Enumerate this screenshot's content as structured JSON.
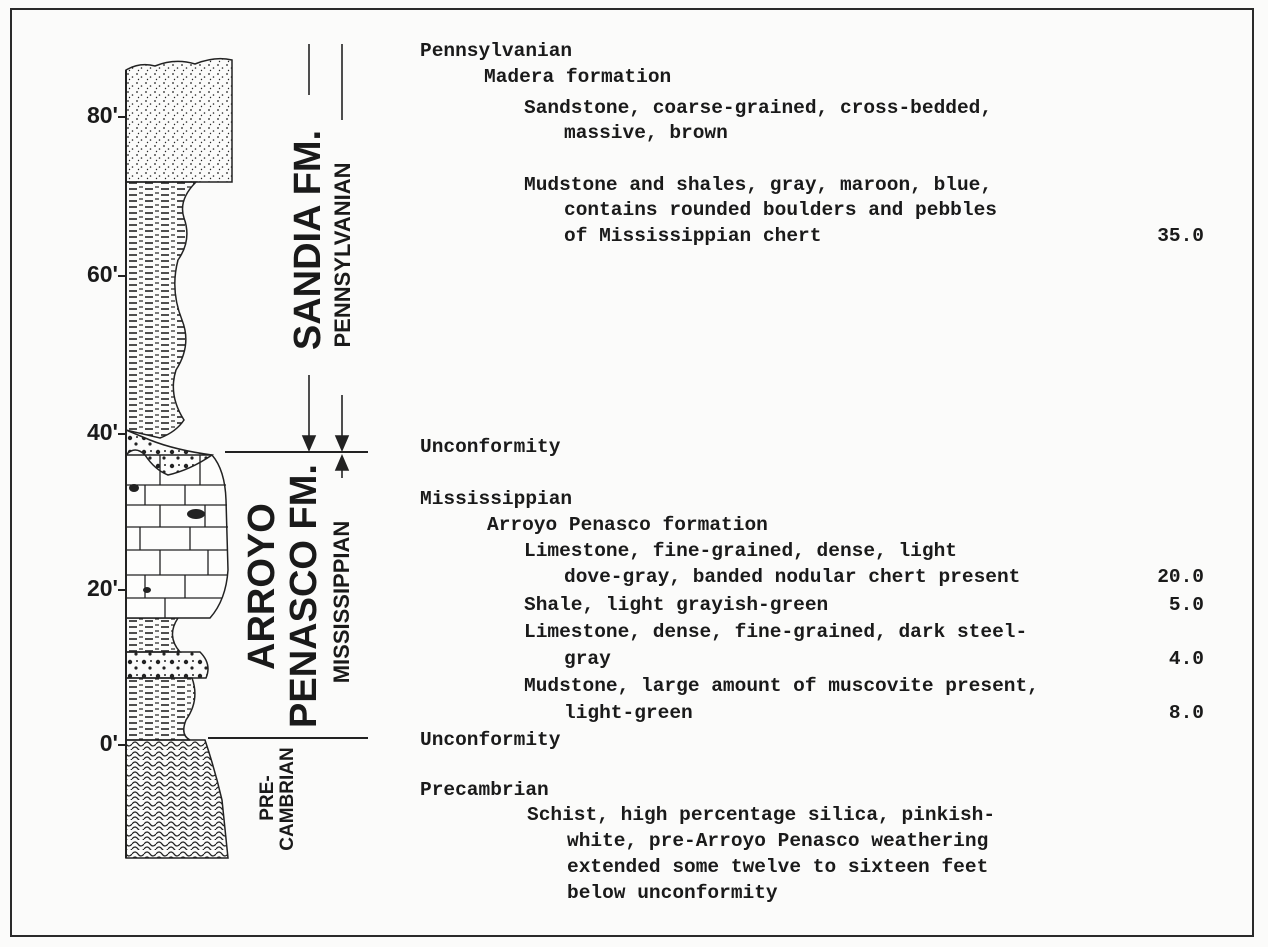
{
  "depth_scale": [
    "80'",
    "60'",
    "40'",
    "20'",
    "0'"
  ],
  "column_labels": {
    "sandia": "SANDIA  FM.",
    "pennsylvanian": "PENNSYLVANIAN",
    "arroyo": "ARROYO",
    "penasco": "PENASCO  FM.",
    "mississippian": "MISSISSIPPIAN",
    "precambrian_line1": "PRE-",
    "precambrian_line2": "CAMBRIAN"
  },
  "description": {
    "pennsylvanian": "Pennsylvanian",
    "madera": "Madera formation",
    "sandstone_1": "Sandstone, coarse-grained, cross-bedded,",
    "sandstone_2": "massive, brown",
    "mudstone_1": "Mudstone and shales, gray, maroon, blue,",
    "mudstone_2": "contains rounded boulders and pebbles",
    "mudstone_3": "of Mississippian chert",
    "mudstone_thickness": "35.0",
    "unconformity_1": "Unconformity",
    "mississippian": "Mississippian",
    "arroyo_formation": "Arroyo Penasco formation",
    "limestone_a1": "Limestone, fine-grained, dense, light",
    "limestone_a2": "dove-gray, banded nodular chert present",
    "limestone_a_thickness": "20.0",
    "shale": "Shale, light grayish-green",
    "shale_thickness": "5.0",
    "limestone_b1": "Limestone, dense, fine-grained, dark steel-",
    "limestone_b2": "gray",
    "limestone_b_thickness": "4.0",
    "mudstone_b1": "Mudstone, large amount of muscovite present,",
    "mudstone_b2": "light-green",
    "mudstone_b_thickness": "8.0",
    "unconformity_2": "Unconformity",
    "precambrian": "Precambrian",
    "schist_1": "Schist, high percentage silica, pinkish-",
    "schist_2": "white, pre-Arroyo Penasco weathering",
    "schist_3": "extended some twelve to sixteen feet",
    "schist_4": "below unconformity"
  }
}
